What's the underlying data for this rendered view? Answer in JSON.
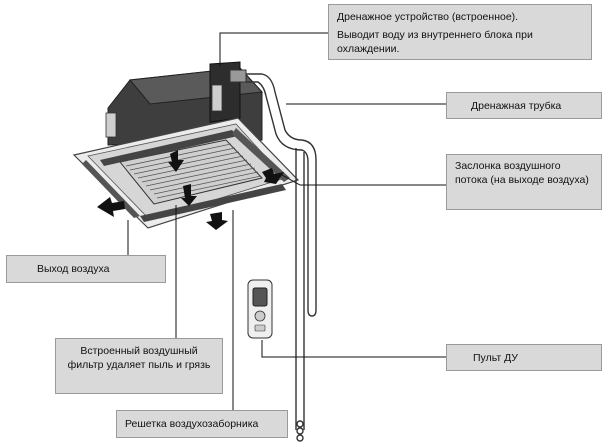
{
  "labels": {
    "drain_device": {
      "title": "Дренажное устройство (встроенное).",
      "description": "Выводит воду из внутреннего блока при охлаждении."
    },
    "drain_pipe": "Дренажная трубка",
    "air_flap": "Заслонка воздушного потока (на выходе воздуха)",
    "air_outlet": "Выход воздуха",
    "air_filter": "Встроенный воздушный фильтр удаляет пыль и грязь",
    "remote": "Пульт ДУ",
    "intake_grille": "Решетка воздухозаборника"
  },
  "icons": [
    "cassette-unit-icon",
    "remote-control-icon",
    "drain-pipe-icon",
    "airflow-arrow-icon"
  ]
}
